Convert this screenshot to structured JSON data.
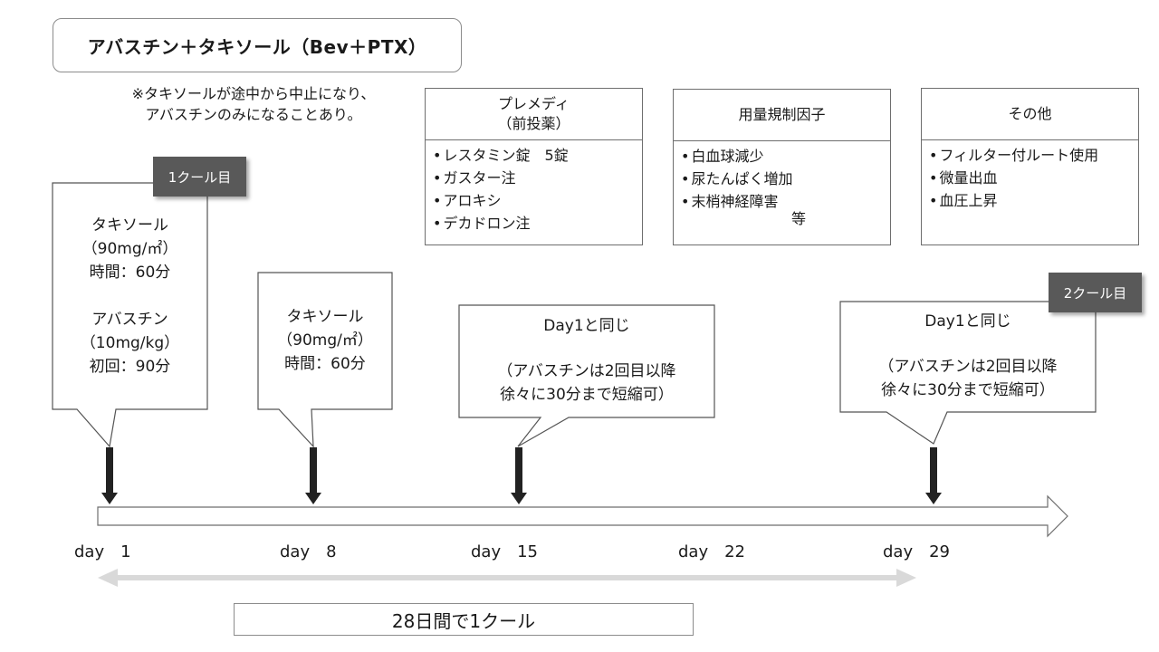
{
  "title": "アバスチン＋タキソール（Bev＋PTX）",
  "note": [
    "※タキソールが途中から中止になり、",
    "アバスチンのみになることあり。"
  ],
  "info_boxes": [
    {
      "id": "premed",
      "header": [
        "プレメディ",
        "（前投薬）"
      ],
      "items": [
        "レスタミン錠　5錠",
        "ガスター注",
        "アロキシ",
        "デカドロン注"
      ],
      "extra": ""
    },
    {
      "id": "dose-limit",
      "header": [
        "用量規制因子"
      ],
      "items": [
        "白血球減少",
        "尿たんぱく増加",
        "末梢神経障害"
      ],
      "extra": "等"
    },
    {
      "id": "other",
      "header": [
        "その他"
      ],
      "items": [
        "フィルター付ルート使用",
        "微量出血",
        "血圧上昇"
      ],
      "extra": ""
    }
  ],
  "cycle_tags": [
    "1クール目",
    "2クール目"
  ],
  "callouts": [
    {
      "id": "day1",
      "lines": [
        "タキソール",
        "（90mg/㎡）",
        "時間：60分",
        "",
        "アバスチン",
        "（10mg/kg）",
        "初回：90分"
      ]
    },
    {
      "id": "day8",
      "lines": [
        "タキソール",
        "（90mg/㎡）",
        "時間：60分"
      ]
    },
    {
      "id": "day15",
      "lines": [
        "Day1と同じ",
        "",
        "（アバスチンは2回目以降",
        "徐々に30分まで短縮可）"
      ]
    },
    {
      "id": "day29",
      "lines": [
        "Day1と同じ",
        "",
        "（アバスチンは2回目以降",
        "徐々に30分まで短縮可）"
      ]
    }
  ],
  "days": [
    "day　1",
    "day　8",
    "day　15",
    "day　22",
    "day　29"
  ],
  "cycle_label": "28日間で1クール",
  "colors": {
    "tag_bg": "#595959",
    "marker": "#222222",
    "cycle_arrow": "#d9d9d9"
  }
}
